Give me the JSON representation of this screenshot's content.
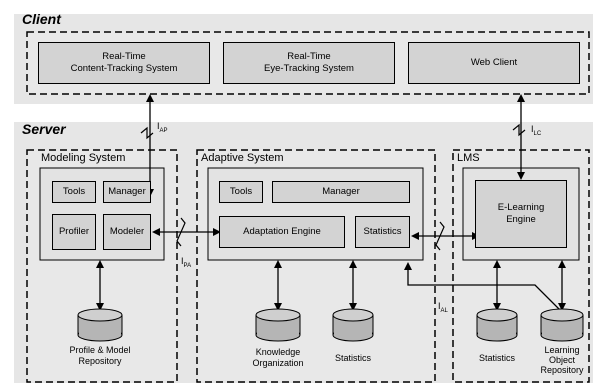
{
  "client": {
    "title": "Client",
    "boxes": {
      "content_tracking": "Real-Time\nContent-Tracking System",
      "eye_tracking": "Real-Time\nEye-Tracking System",
      "web_client": "Web Client"
    }
  },
  "server": {
    "title": "Server",
    "modeling": {
      "title": "Modeling System",
      "tools": "Tools",
      "manager": "Manager",
      "profiler": "Profiler",
      "modeler": "Modeler",
      "repository": "Profile & Model\nRepository"
    },
    "adaptive": {
      "title": "Adaptive System",
      "tools": "Tools",
      "manager": "Manager",
      "engine": "Adaptation Engine",
      "statistics": "Statistics",
      "knowledge": "Knowledge\nOrganization",
      "stats_db": "Statistics"
    },
    "lms": {
      "title": "LMS",
      "engine": "E-Learning\nEngine",
      "stats_db": "Statistics",
      "lor": "Learning\nObject\nRepository"
    }
  },
  "interfaces": {
    "i_ap": "I",
    "i_ap_sub": "AP",
    "i_lc": "I",
    "i_lc_sub": "LC",
    "i_pa": "I",
    "i_pa_sub": "PA",
    "i_al": "I",
    "i_al_sub": "AL"
  }
}
